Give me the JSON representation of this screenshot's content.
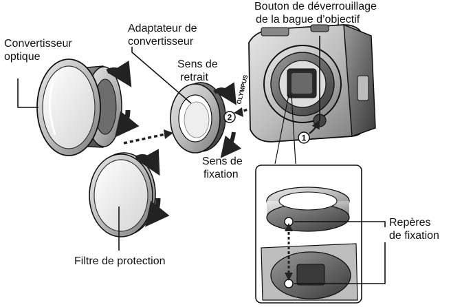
{
  "labels": {
    "release_button": [
      "Bouton de déverrouillage",
      "de la bague d’objectif"
    ],
    "optical_converter": [
      "Convertisseur",
      "optique"
    ],
    "converter_adapter": [
      "Adaptateur de",
      "convertisseur"
    ],
    "removal_direction": [
      "Sens de",
      "retrait"
    ],
    "fixing_direction": [
      "Sens de",
      "fixation"
    ],
    "alignment_marks": [
      "Repères",
      "de fixation"
    ],
    "protection_filter": "Filtre de protection"
  },
  "step_markers": [
    "1",
    "2"
  ],
  "camera_brand": "OLYMPUS",
  "colors": {
    "ink": "#111111",
    "background": "#ffffff"
  }
}
